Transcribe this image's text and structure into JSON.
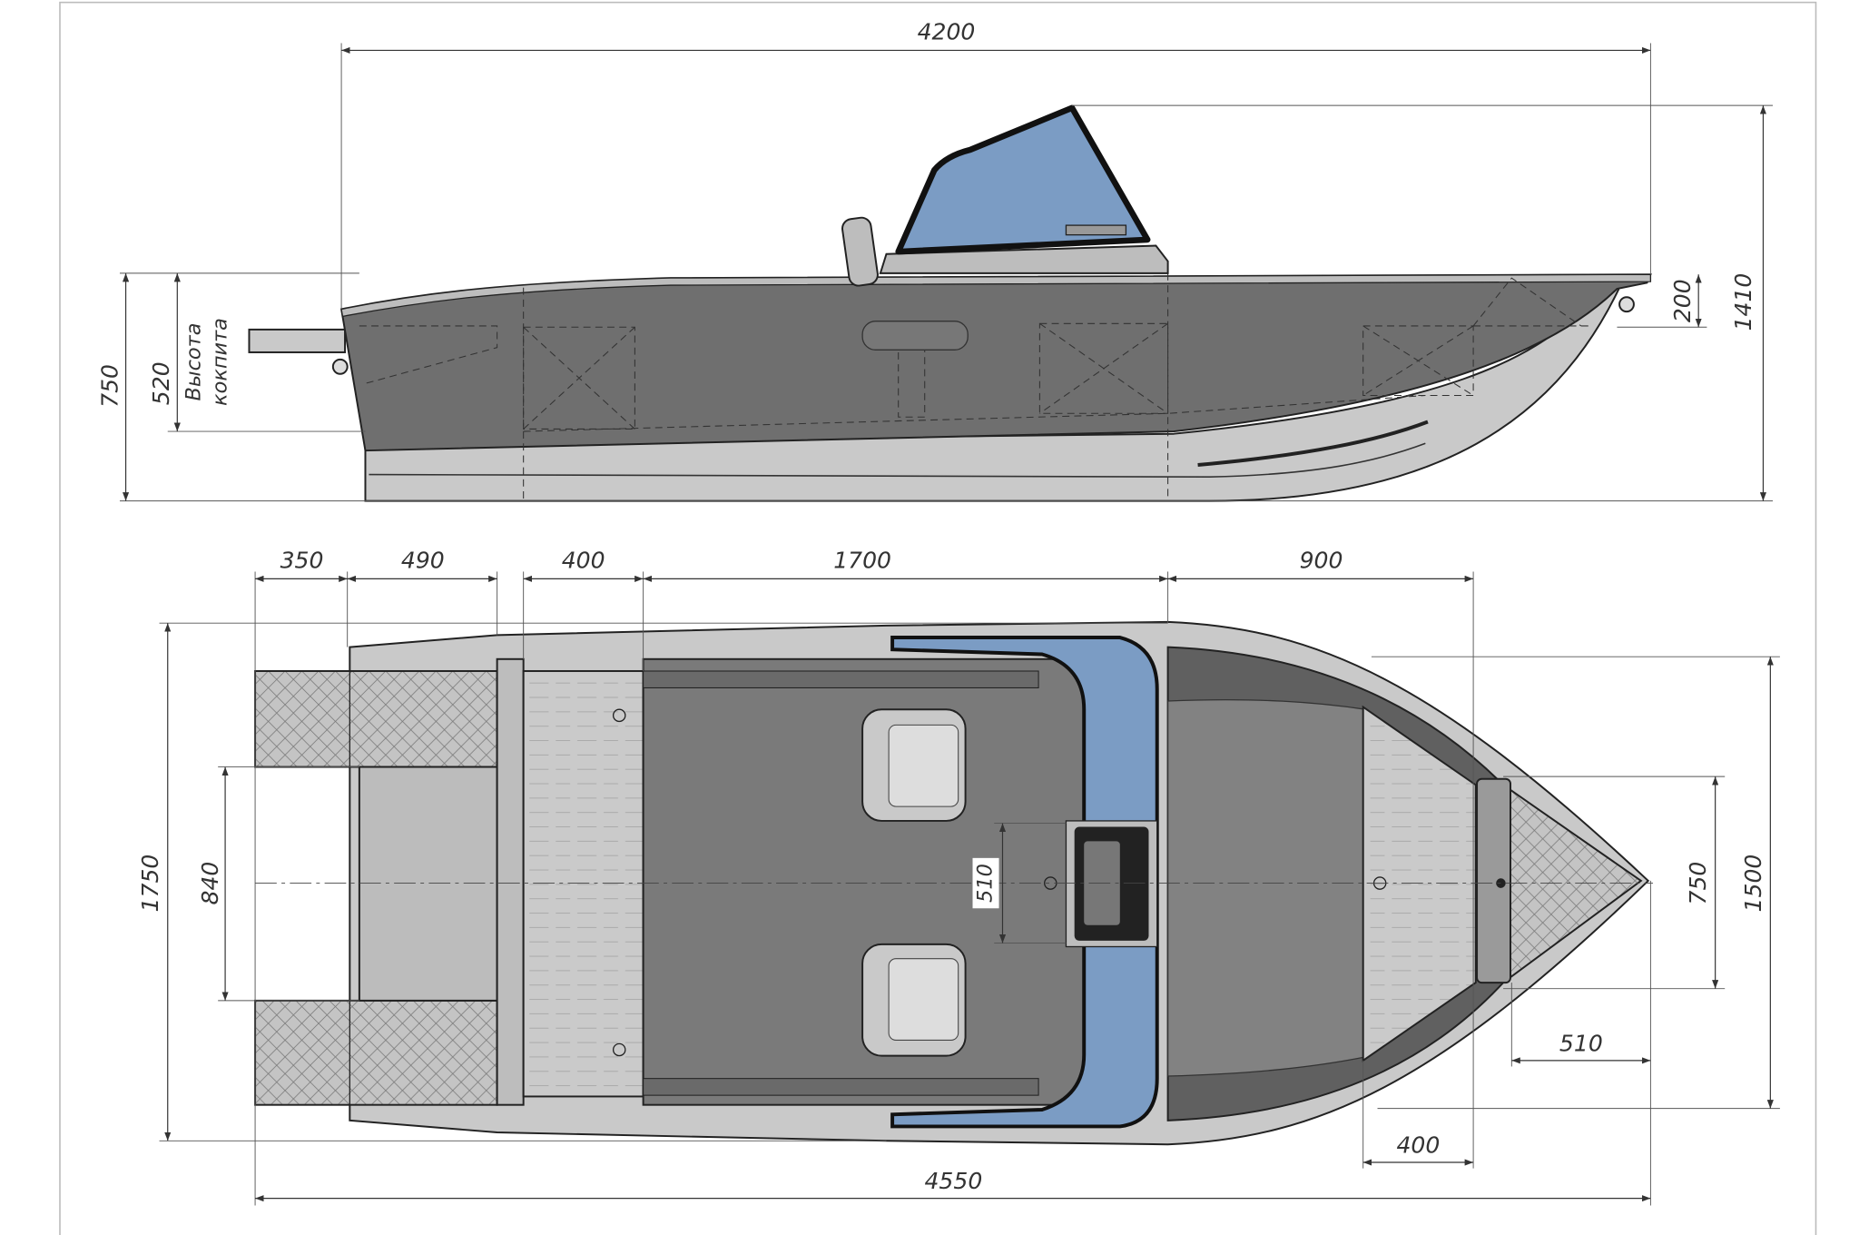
{
  "title": "Boat general arrangement drawing",
  "colors": {
    "hull_dark": "#6f6f6f",
    "hull_light": "#c9c9c9",
    "windshield_blue": "#7b9cc4",
    "floor": "#7a7a7a"
  },
  "side_view": {
    "overall_length": "4200",
    "overall_height": "1410",
    "bow_freeboard": "200",
    "transom_height": "750",
    "cockpit_depth": "520",
    "cockpit_depth_label_line1": "Высота",
    "cockpit_depth_label_line2": "кокпита"
  },
  "top_view": {
    "segments": [
      "350",
      "490",
      "400",
      "1700",
      "900"
    ],
    "beam": "1750",
    "motor_well_width": "840",
    "console_width": "510",
    "bow_hatch_width": "750",
    "bow_width": "1500",
    "bow_tip_length": "510",
    "bow_deck_length": "400",
    "overall_length": "4550"
  }
}
